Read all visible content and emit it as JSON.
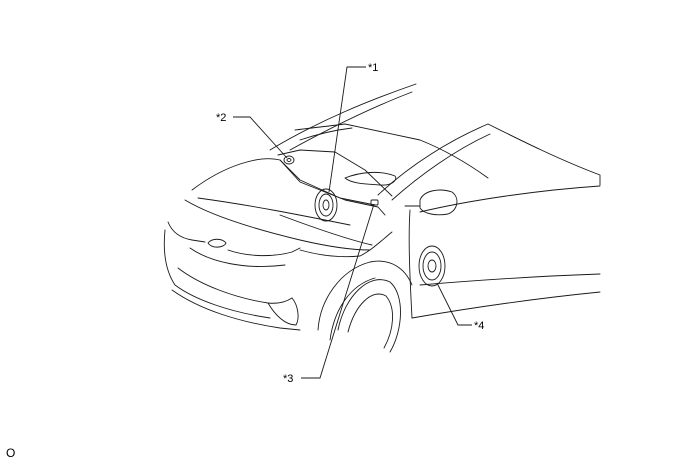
{
  "callouts": [
    {
      "id": "1",
      "label": "*1"
    },
    {
      "id": "2",
      "label": "*2"
    },
    {
      "id": "3",
      "label": "*3"
    },
    {
      "id": "4",
      "label": "*4"
    }
  ],
  "footer": {
    "code": "O"
  },
  "colors": {
    "line": "#1a1a1a",
    "background": "#ffffff"
  }
}
